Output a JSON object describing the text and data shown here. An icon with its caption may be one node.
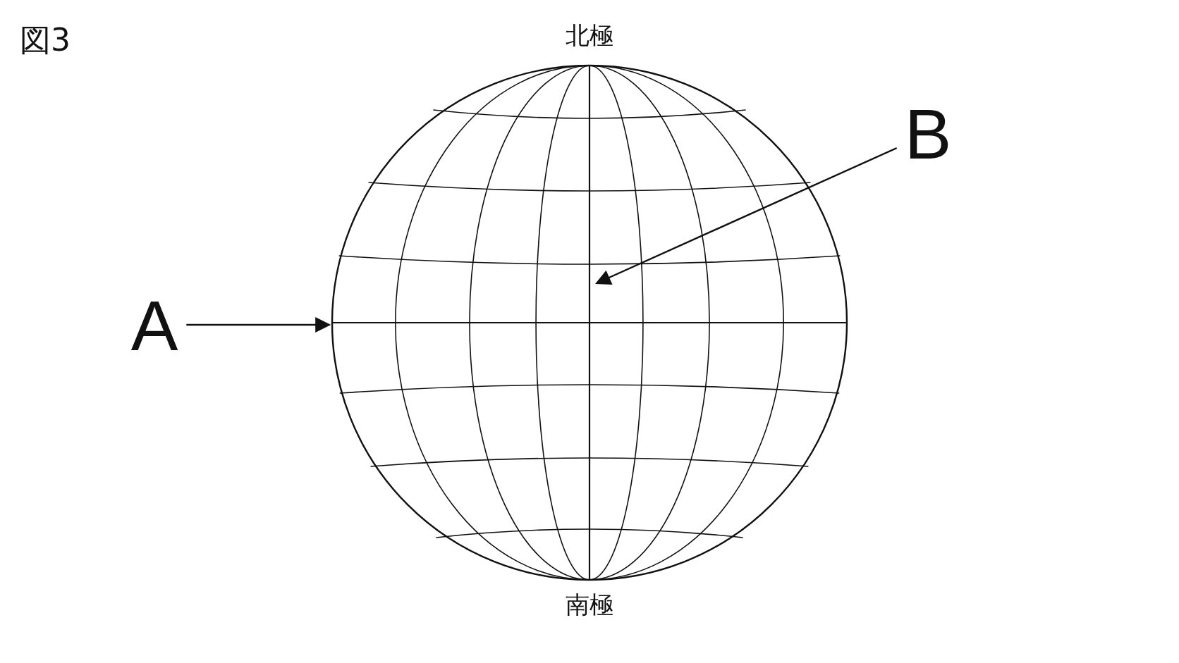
{
  "diagram": {
    "title": "図3",
    "nodes": [
      {
        "text": [
          "A"
        ]
      },
      {
        "text": [
          "B"
        ]
      },
      {
        "text": [],
        "shape": "circle",
        "beside": [
          "北極",
          "南極"
        ]
      }
    ],
    "edges": [
      {
        "from": 0,
        "to": 2,
        "arrow": "to"
      },
      {
        "from": 1,
        "to": 2,
        "arrow": "to"
      }
    ]
  }
}
